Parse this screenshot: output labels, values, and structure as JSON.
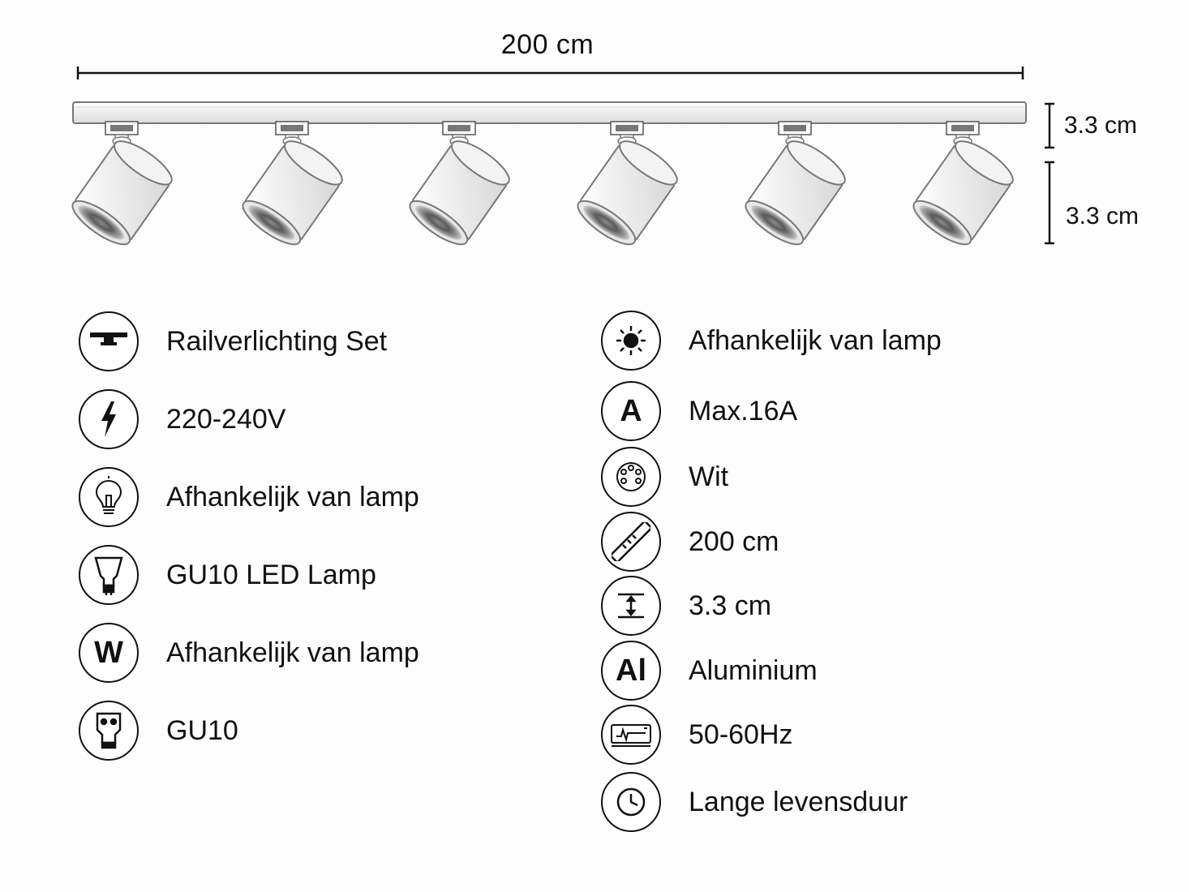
{
  "dimensions": {
    "length": "200 cm",
    "rail_height": "3.3 cm",
    "spot_height": "3.3 cm"
  },
  "specs_left": [
    {
      "icon": "track-rail-icon",
      "label": "Railverlichting Set"
    },
    {
      "icon": "lightning-bolt-icon",
      "label": "220-240V"
    },
    {
      "icon": "light-bulb-icon",
      "label": "Afhankelijk van lamp"
    },
    {
      "icon": "gu10-lamp-icon",
      "label": "GU10 LED Lamp"
    },
    {
      "icon": "watt-icon",
      "letter": "W",
      "label": "Afhankelijk van lamp"
    },
    {
      "icon": "gu10-socket-icon",
      "label": "GU10"
    }
  ],
  "specs_right": [
    {
      "icon": "brightness-icon",
      "label": "Afhankelijk van lamp"
    },
    {
      "icon": "ampere-icon",
      "letter": "A",
      "label": "Max.16A"
    },
    {
      "icon": "color-palette-icon",
      "label": "Wit"
    },
    {
      "icon": "ruler-icon",
      "label": "200 cm"
    },
    {
      "icon": "height-icon",
      "label": "3.3 cm"
    },
    {
      "icon": "material-icon",
      "letter": "Al",
      "label": "Aluminium"
    },
    {
      "icon": "frequency-icon",
      "label": "50-60Hz"
    },
    {
      "icon": "clock-icon",
      "label": "Lange levensduur"
    }
  ]
}
